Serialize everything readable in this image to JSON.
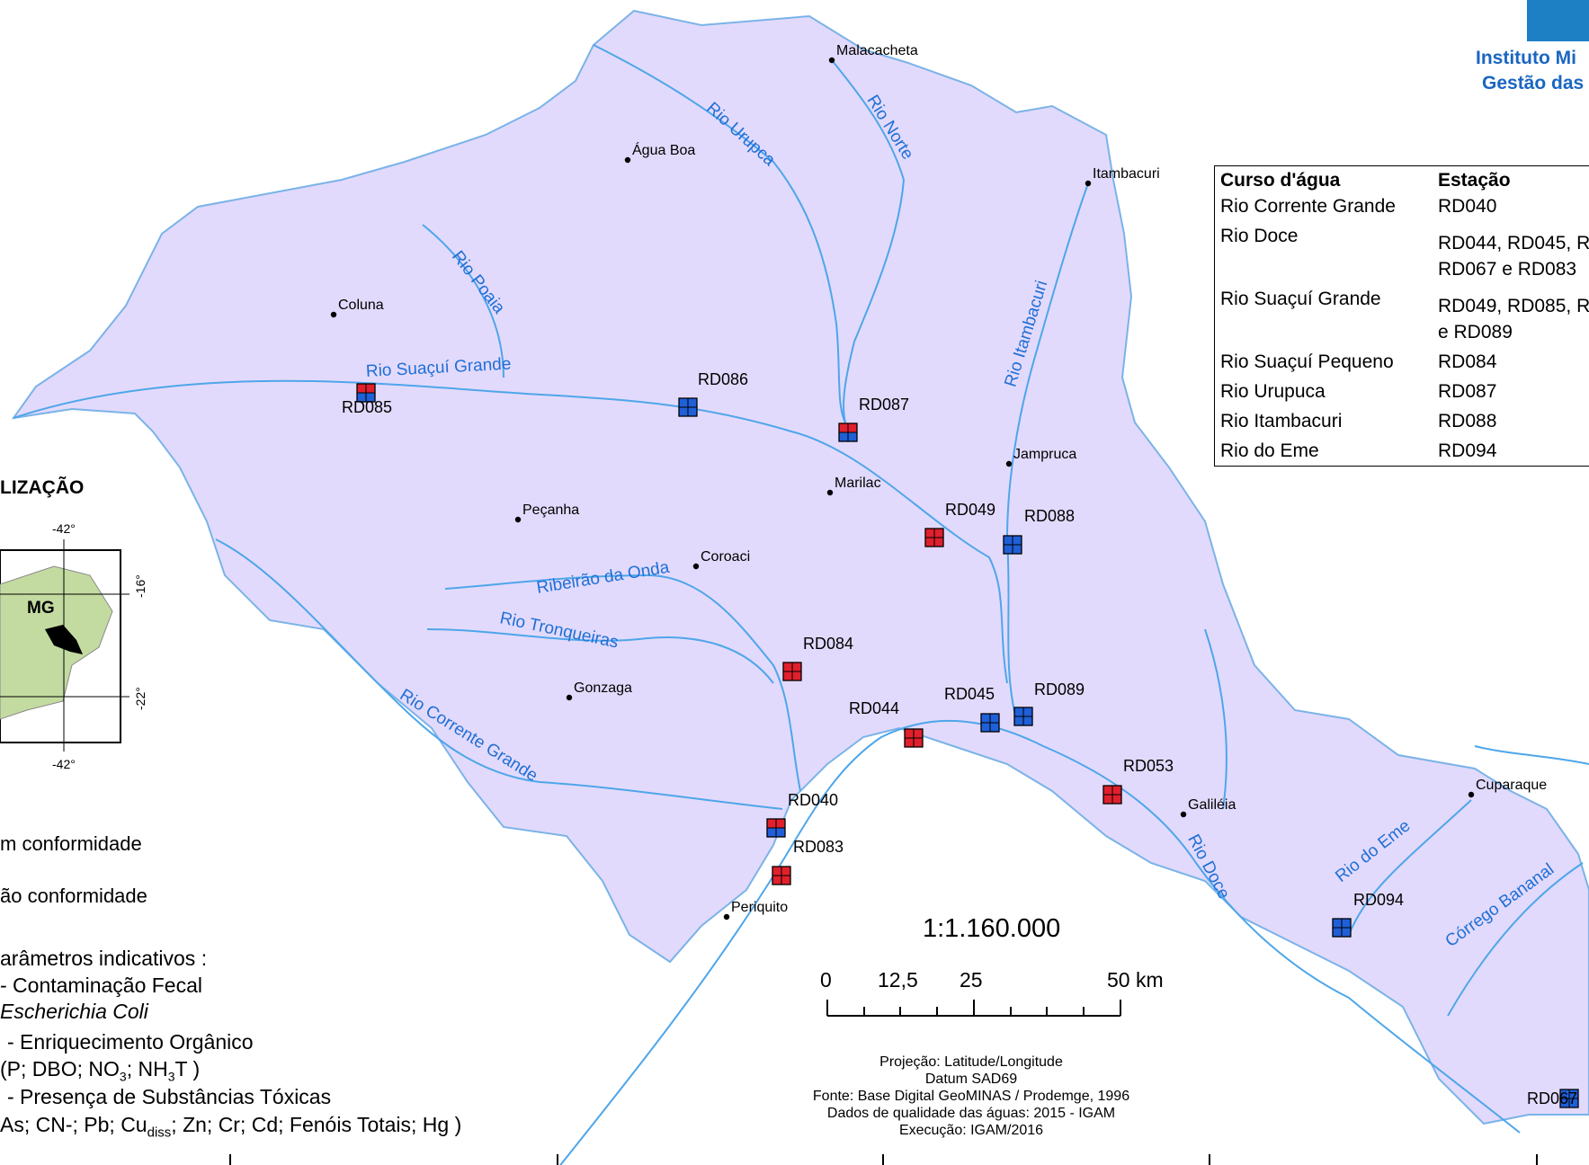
{
  "institution": {
    "line1": "Instituto Mi",
    "line2": "Gestão das"
  },
  "cities": [
    {
      "name": "Malacacheta",
      "dot": "925,67"
    },
    {
      "name": "Água Boa",
      "dot": "698,178"
    },
    {
      "name": "Itambacuri",
      "dot": "1210,204"
    },
    {
      "name": "Coluna",
      "dot": "371,350"
    },
    {
      "name": "Jampruca",
      "dot": "1122,516"
    },
    {
      "name": "Marilac",
      "dot": "923,548"
    },
    {
      "name": "Peçanha",
      "dot": "576,578"
    },
    {
      "name": "Coroaci",
      "dot": "774,630"
    },
    {
      "name": "Gonzaga",
      "dot": "633,776"
    },
    {
      "name": "Galiléia",
      "dot": "1316,906"
    },
    {
      "name": "Cuparaque",
      "dot": "1636,884"
    },
    {
      "name": "Periquito",
      "dot": "808,1020"
    }
  ],
  "rivers": [
    {
      "name": "Rio Urupca",
      "at": "788,108",
      "rot": 42
    },
    {
      "name": "Rio Norte",
      "at": "968,98",
      "rot": 58
    },
    {
      "name": "Rio Poaia",
      "at": "506,272",
      "rot": 52
    },
    {
      "name": "Rio Suaçuí Grande",
      "at": "407,404",
      "rot": -3
    },
    {
      "name": "Rio Itambacuri",
      "at": "1124,420",
      "rot": -73
    },
    {
      "name": "Ribeirão da Onda",
      "at": "597,645",
      "rot": -9
    },
    {
      "name": "Rio Tronqueiras",
      "at": "556,678",
      "rot": 12
    },
    {
      "name": "Rio Corrente Grande",
      "at": "446,762",
      "rot": 32
    },
    {
      "name": "Rio Doce",
      "at": "1325,920",
      "rot": 62
    },
    {
      "name": "Rio do Eme",
      "at": "1488,968",
      "rot": -38
    },
    {
      "name": "Córrego Bananal",
      "at": "1610,1040",
      "rot": -36
    }
  ],
  "stations": [
    {
      "id": "RD085",
      "status": "mixed",
      "box": "407,437",
      "label": "380,453"
    },
    {
      "id": "RD086",
      "status": "ok",
      "box": "765,453",
      "label": "776,422"
    },
    {
      "id": "RD087",
      "status": "mixed",
      "box": "943,481",
      "label": "955,450"
    },
    {
      "id": "RD049",
      "status": "non",
      "box": "1039,598",
      "label": "1051,567"
    },
    {
      "id": "RD088",
      "status": "ok",
      "box": "1126,606",
      "label": "1139,574"
    },
    {
      "id": "RD084",
      "status": "non",
      "box": "881,747",
      "label": "893,716"
    },
    {
      "id": "RD044",
      "status": "non",
      "box": "1016,821",
      "label": "944,788"
    },
    {
      "id": "RD045",
      "status": "ok",
      "box": "1101,804",
      "label": "1050,772"
    },
    {
      "id": "RD089",
      "status": "ok",
      "box": "1138,797",
      "label": "1150,767"
    },
    {
      "id": "RD053",
      "status": "non",
      "box": "1237,884",
      "label": "1249,852"
    },
    {
      "id": "RD040",
      "status": "mixed",
      "box": "863,921",
      "label": "876,890"
    },
    {
      "id": "RD083",
      "status": "non",
      "box": "869,974",
      "label": "882,942"
    },
    {
      "id": "RD094",
      "status": "ok",
      "box": "1492,1032",
      "label": "1505,1001"
    },
    {
      "id": "RD067",
      "status": "ok",
      "box": "1745,1222",
      "label": "1698,1222"
    }
  ],
  "table": {
    "headers": [
      "Curso d'água",
      "Estação"
    ],
    "rows": [
      [
        "Rio Corrente Grande",
        "RD040"
      ],
      [
        "Rio Doce",
        "RD044, RD045, R\nRD067 e RD083"
      ],
      [
        "Rio Suaçuí Grande",
        "RD049, RD085, R\ne RD089"
      ],
      [
        "Rio Suaçuí Pequeno",
        "RD084"
      ],
      [
        "Rio Urupuca",
        "RD087"
      ],
      [
        "Rio Itambacuri",
        "RD088"
      ],
      [
        "Rio do Eme",
        "RD094"
      ]
    ]
  },
  "locator": {
    "title": "LIZAÇÃO",
    "state": "MG",
    "lon_top": "-42°",
    "lon_bottom": "-42°",
    "lat1": "-16°",
    "lat2": "-22°"
  },
  "legend": {
    "ok": "m conformidade",
    "non": "ão conformidade",
    "params_title": "arâmetros indicativos :",
    "p1": "- Contaminação Fecal",
    "p1b": "Escherichia Coli",
    "p2": "- Enriquecimento Orgânico",
    "p2b": "(P; DBO; NO",
    "p2c": "; NH",
    "p2d": "T )",
    "p3": "- Presença de Substâncias Tóxicas",
    "p3b": "As; CN-; Pb; Cu",
    "p3c": "diss",
    "p3d": "; Zn; Cr; Cd; Fenóis Totais; Hg )"
  },
  "scale": {
    "ratio": "1:1.160.000",
    "ticks": [
      "0",
      "12,5",
      "25",
      "50 km"
    ]
  },
  "credits": [
    "Projeção: Latitude/Longitude",
    "Datum SAD69",
    "Fonte: Base Digital GeoMINAS / Prodemge, 1996",
    "Dados de qualidade das águas: 2015 - IGAM",
    "Execução: IGAM/2016"
  ],
  "colors": {
    "basin": "#e2dafc",
    "river": "#4ea6ea",
    "ok": "#1f5fd8",
    "non": "#e0202c",
    "locator_land": "#c3dba0"
  }
}
